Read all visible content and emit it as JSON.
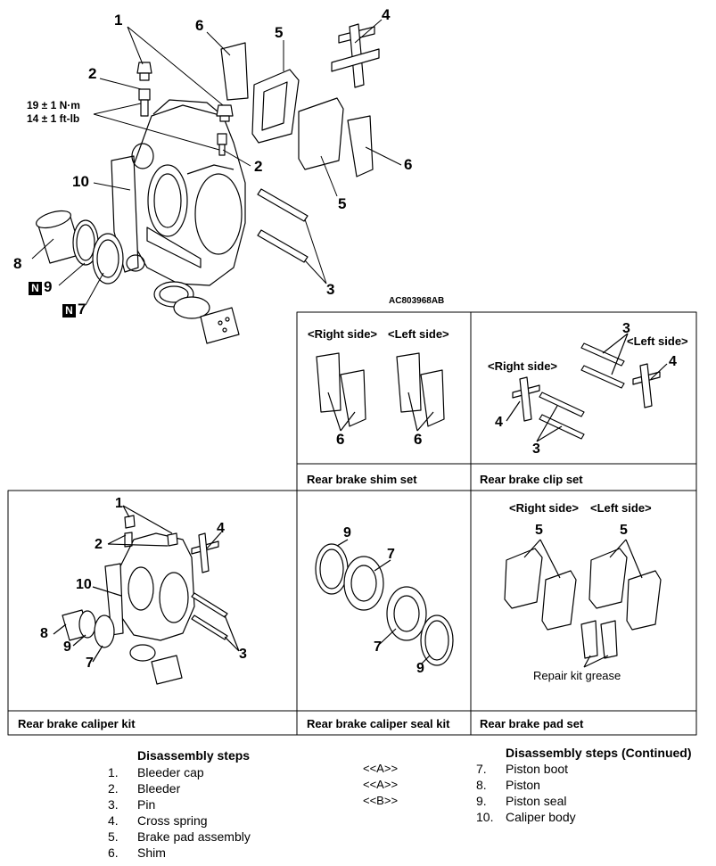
{
  "figure_code": "AC803968AB",
  "torque": {
    "line1": "19 ± 1 N·m",
    "line2": "14 ± 1 ft-lb"
  },
  "new_part_mark": "N",
  "main_callouts": {
    "c1": "1",
    "c2a": "2",
    "c2b": "2",
    "c3": "3",
    "c4": "4",
    "c5a": "5",
    "c5b": "5",
    "c6a": "6",
    "c6b": "6",
    "c7": "7",
    "c8": "8",
    "c9": "9",
    "c10": "10"
  },
  "panels": {
    "shim_set": {
      "right_label": "<Right side>",
      "left_label": "<Left side>",
      "callout_right": "6",
      "callout_left": "6",
      "kit_label": "Rear brake shim set"
    },
    "clip_set": {
      "left_label": "<Left side>",
      "right_label": "<Right side>",
      "callout_3a": "3",
      "callout_3b": "3",
      "callout_4a": "4",
      "callout_4b": "4",
      "kit_label": "Rear brake clip set"
    },
    "caliper_kit": {
      "callouts": {
        "c1": "1",
        "c2": "2",
        "c3": "3",
        "c4": "4",
        "c7": "7",
        "c8": "8",
        "c9": "9",
        "c10": "10"
      },
      "kit_label": "Rear brake caliper kit"
    },
    "seal_kit": {
      "callouts": {
        "c9a": "9",
        "c7a": "7",
        "c7b": "7",
        "c9b": "9"
      },
      "kit_label": "Rear brake caliper seal kit"
    },
    "pad_set": {
      "right_label": "<Right side>",
      "left_label": "<Left side>",
      "callout_5a": "5",
      "callout_5b": "5",
      "grease_label": "Repair kit grease",
      "kit_label": "Rear brake pad set"
    }
  },
  "disassembly": {
    "title": "Disassembly steps",
    "steps": [
      {
        "num": "1.",
        "text": "Bleeder cap"
      },
      {
        "num": "2.",
        "text": "Bleeder"
      },
      {
        "num": "3.",
        "text": "Pin"
      },
      {
        "num": "4.",
        "text": "Cross spring"
      },
      {
        "num": "5.",
        "text": "Brake pad assembly"
      },
      {
        "num": "6.",
        "text": "Shim"
      }
    ],
    "marks": [
      "<<A>>",
      "<<A>>",
      "<<B>>"
    ],
    "continued_title": "Disassembly steps (Continued)",
    "continued_steps": [
      {
        "num": "7.",
        "text": "Piston boot"
      },
      {
        "num": "8.",
        "text": "Piston"
      },
      {
        "num": "9.",
        "text": "Piston seal"
      },
      {
        "num": "10.",
        "text": "Caliper body"
      }
    ]
  }
}
